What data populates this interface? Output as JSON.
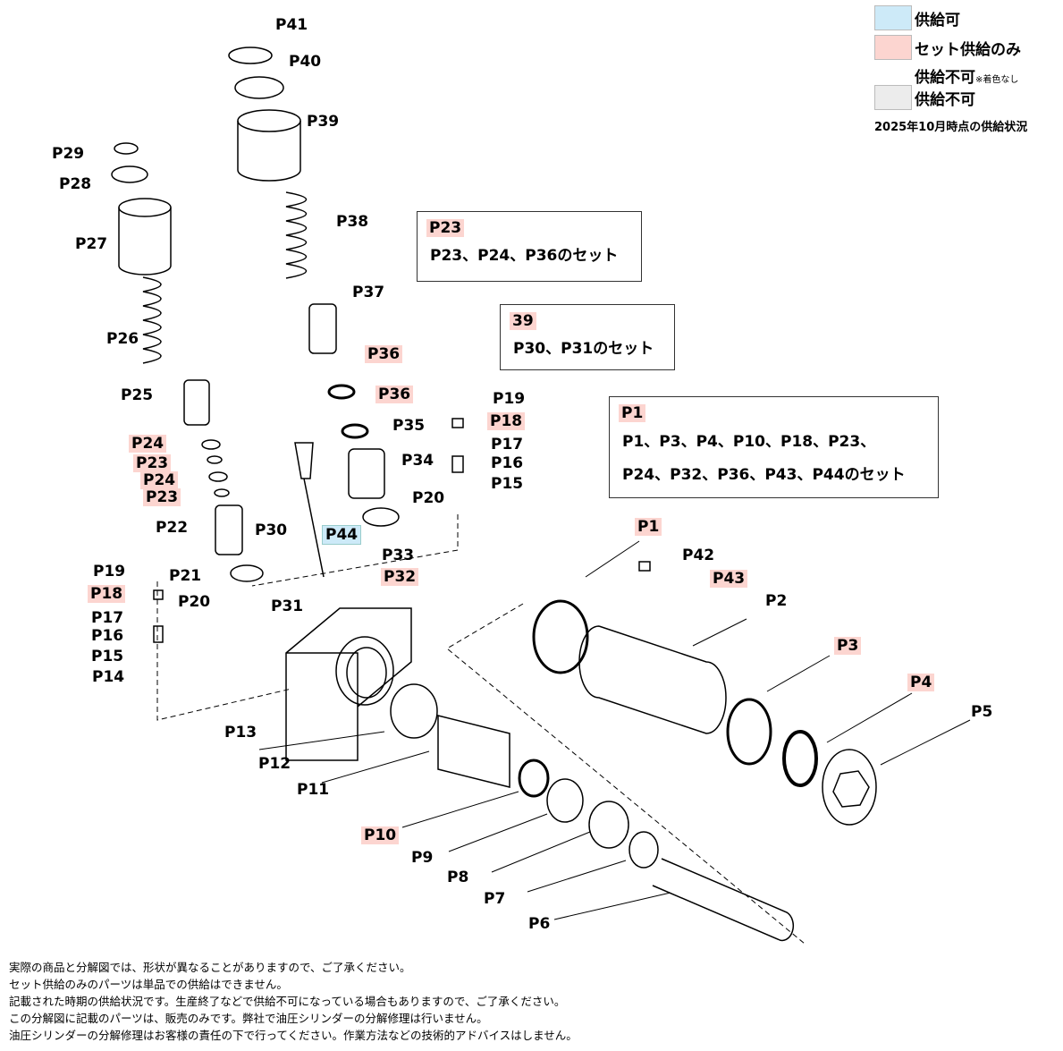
{
  "legend": {
    "available": "供給可",
    "set_only": "セット供給のみ",
    "unavailable_uncolored": "供給不可",
    "uncolored_note": "※着色なし",
    "unavailable": "供給不可",
    "as_of": "2025年10月時点の供給状況",
    "colors": {
      "available": "#cdeaf8",
      "set_only": "#fcd5d0",
      "unavailable": "#ececec"
    }
  },
  "labels": [
    "P41",
    "P40",
    "P39",
    "P38",
    "P37",
    "P36",
    "P36",
    "P35",
    "P34",
    "P20",
    "P19",
    "P18",
    "P17",
    "P16",
    "P15",
    "P29",
    "P28",
    "P27",
    "P26",
    "P25",
    "P24",
    "P23",
    "P24",
    "P23",
    "P22",
    "P21",
    "P20",
    "P30",
    "P44",
    "P33",
    "P32",
    "P31",
    "P19",
    "P18",
    "P17",
    "P16",
    "P15",
    "P14",
    "P13",
    "P12",
    "P11",
    "P10",
    "P9",
    "P8",
    "P7",
    "P6",
    "P1",
    "P42",
    "P43",
    "P2",
    "P3",
    "P4",
    "P5"
  ],
  "sets": [
    {
      "tag": "P23",
      "lines": [
        "P23、P24、P36のセット"
      ]
    },
    {
      "tag": "39",
      "lines": [
        "P30、P31のセット"
      ]
    },
    {
      "tag": "P1",
      "lines": [
        "P1、P3、P4、P10、P18、P23、",
        "P24、P32、P36、P43、P44のセット"
      ]
    }
  ],
  "notes": [
    "実際の商品と分解図では、形状が異なることがありますので、ご了承ください。",
    "セット供給のみのパーツは単品での供給はできません。",
    "記載された時期の供給状況です。生産終了などで供給不可になっている場合もありますので、ご了承ください。",
    "この分解図に記載のパーツは、販売のみです。弊社で油圧シリンダーの分解修理は行いません。",
    "油圧シリンダーの分解修理はお客様の責任の下で行ってください。作業方法などの技術的アドバイスはしません。"
  ]
}
